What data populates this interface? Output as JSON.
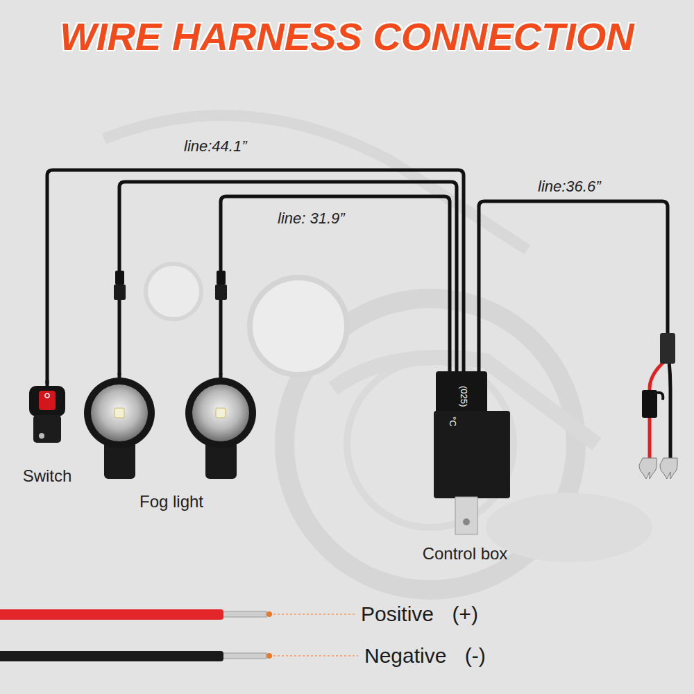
{
  "diagram": {
    "title": "WIRE HARNESS CONNECTION",
    "nodes": [
      {
        "text": [
          "Switch"
        ]
      },
      {
        "text": [
          "Fog light"
        ]
      },
      {
        "text": [
          "Control box"
        ]
      }
    ],
    "edges": [
      {
        "from": 2,
        "to": 0,
        "arrow": "none"
      },
      {
        "from": 2,
        "to": 1,
        "arrow": "none"
      },
      {
        "from": 2,
        "to": 1,
        "arrow": "none"
      }
    ],
    "labels": [
      "line:44.1”",
      "line: 31.9”",
      "line:36.6”",
      "(025)",
      "°C"
    ],
    "legend": [
      {
        "text": "Positive (+)",
        "color": "#e3262a"
      },
      {
        "text": "Negative (-)",
        "color": "#1a1a1a"
      }
    ]
  }
}
